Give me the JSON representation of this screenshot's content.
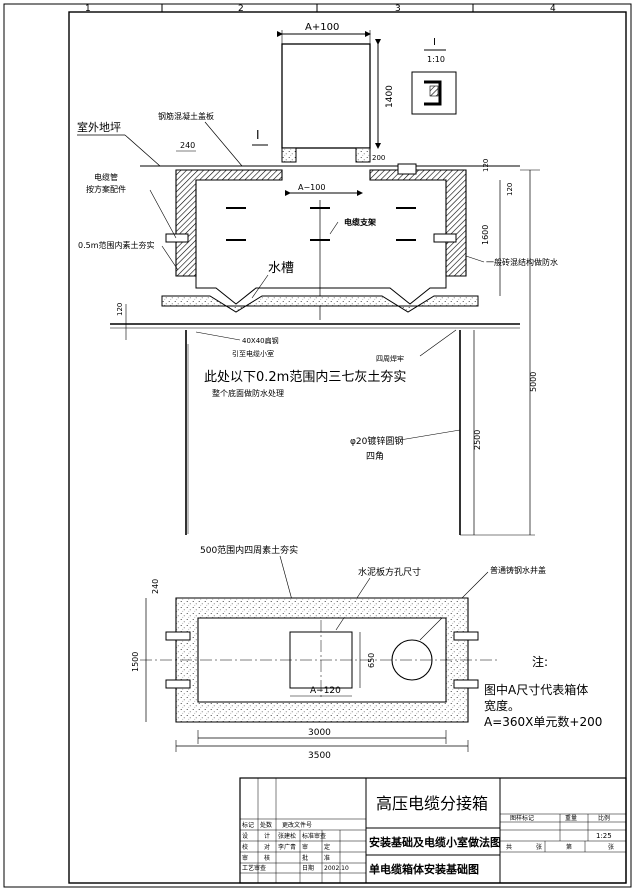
{
  "frame": {
    "column_numbers": [
      "1",
      "2",
      "3",
      "4"
    ]
  },
  "elevation": {
    "width_label_top": "A+100",
    "height_label_box": "1400",
    "cover_label": "钢筋混凝土盖板",
    "ground_label": "室外地坪",
    "wall_thickness_label": "240",
    "section_mark": "I",
    "opening_label": "A−100",
    "dim_200": "200",
    "dim_120_top": "120",
    "dim_120_right": "120",
    "dim_1600": "1600",
    "dim_5000": "5000",
    "dim_2500": "2500",
    "dim_120_left": "120",
    "cable_pipe_label_1": "电缆管",
    "cable_pipe_label_2": "按方案配件",
    "ramming_label": "0.5m范围内素土夯实",
    "bracket_label": "电缆支架",
    "sink_label": "水槽",
    "wall_label": "一般砖混结构做防水",
    "flat_steel_label": "40X40扁钢",
    "flat_steel_sub": "引至电缆小室",
    "weld_label": "四周焊牢",
    "lime_label": "此处以下0.2m范围内三七灰土夯实",
    "waterproof_label": "整个底面做防水处理",
    "rod_label": "φ20镀锌圆钢",
    "corner_label": "四角"
  },
  "detail_i": {
    "mark": "I",
    "scale": "1:10"
  },
  "plan": {
    "ramming_label": "500范围内四周素土夯实",
    "cement_label": "水泥板方孔尺寸",
    "cover_label": "普通铸钢水井盖",
    "dim_240": "240",
    "dim_1500": "1500",
    "dim_650": "650",
    "dim_a120": "A−120",
    "dim_3000": "3000",
    "dim_3500": "3500"
  },
  "note": {
    "title": "注:",
    "line1": "图中A尺寸代表箱体",
    "line2": "宽度。",
    "line3": "A=360X单元数+200"
  },
  "title_block": {
    "main_title": "高压电缆分接箱",
    "subtitle1": "安装基础及电缆小室做法图",
    "subtitle2": "单电缆箱体安装基础图",
    "row_mark": "标记",
    "row_count": "处数",
    "row_doc": "更改文件号",
    "design": "设",
    "design2": "计",
    "checker": "校",
    "checker2": "对",
    "review": "审",
    "review2": "核",
    "process": "工艺审查",
    "name1": "张建松",
    "name2": "李广青",
    "std_review": "标准审查",
    "approve": "审",
    "approve2": "定",
    "approve_a": "批",
    "approve_b": "准",
    "date_label": "日期",
    "date": "2002.10",
    "stage_mark": "图样标记",
    "weight": "重量",
    "ratio": "比例",
    "scale": "1:25",
    "total": "共",
    "sheet": "张",
    "no": "第",
    "sheet2": "张"
  }
}
